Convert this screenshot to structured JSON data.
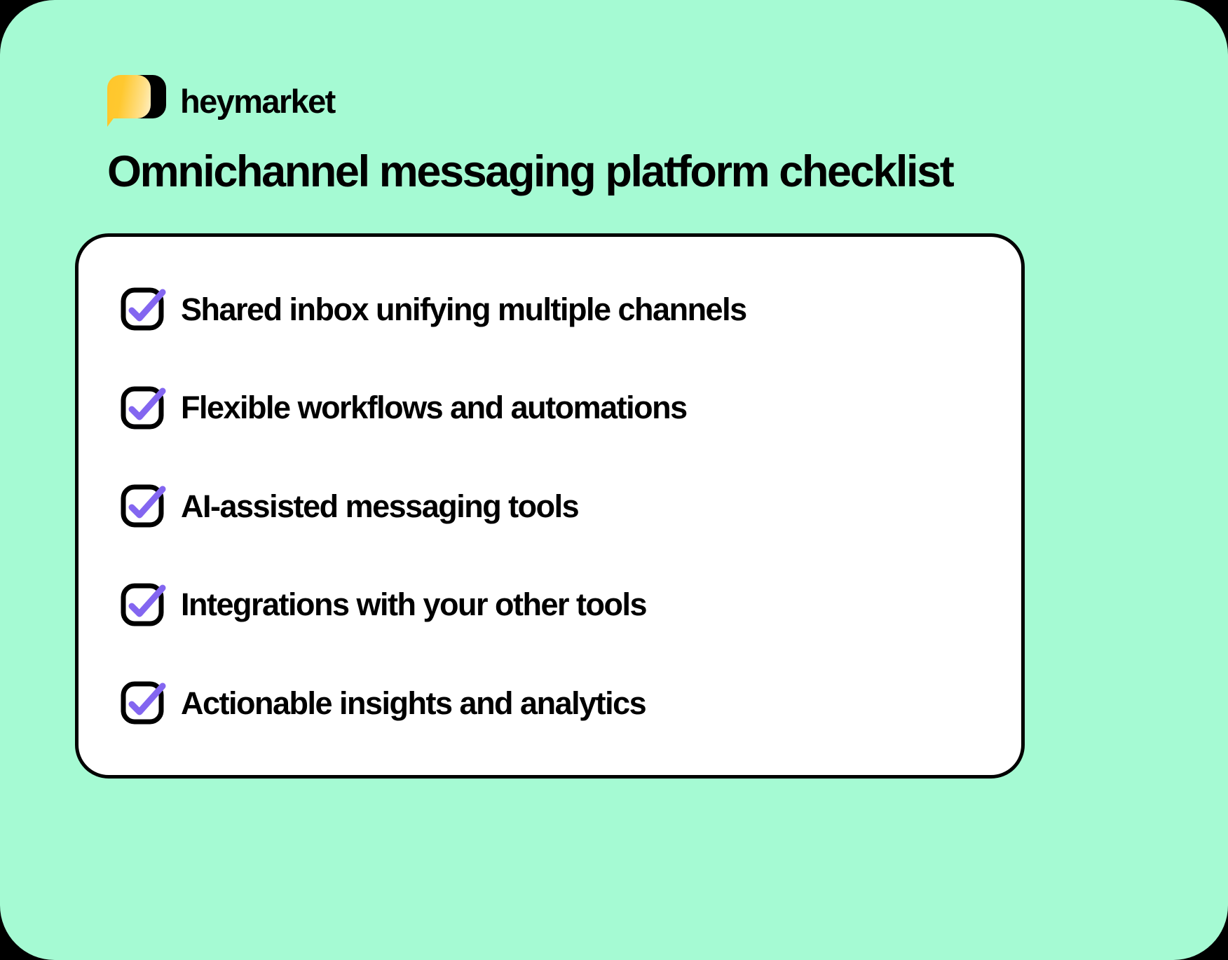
{
  "theme": {
    "background_green": "#A5FAD3",
    "card_background": "#FFFFFF",
    "border_black": "#000000",
    "check_purple": "#8366F0",
    "logo_yellow": "#FFC62B"
  },
  "brand": {
    "logo_icon": "chat-bubble-logo-icon",
    "wordmark": "heymarket"
  },
  "header": {
    "title": "Omnichannel messaging platform checklist"
  },
  "checklist": {
    "items": [
      {
        "label": "Shared inbox unifying multiple channels",
        "icon": "checkbox-checked-icon"
      },
      {
        "label": "Flexible workflows and automations",
        "icon": "checkbox-checked-icon"
      },
      {
        "label": "AI-assisted messaging tools",
        "icon": "checkbox-checked-icon"
      },
      {
        "label": "Integrations with your other tools",
        "icon": "checkbox-checked-icon"
      },
      {
        "label": "Actionable insights and analytics",
        "icon": "checkbox-checked-icon"
      }
    ]
  }
}
